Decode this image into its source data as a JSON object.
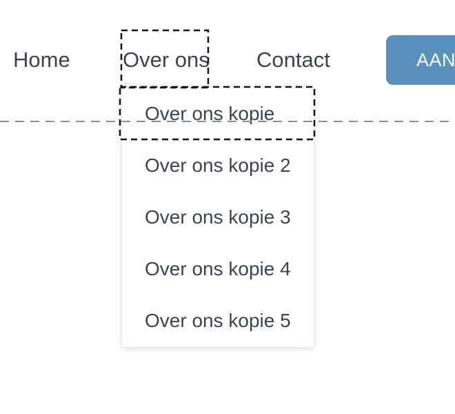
{
  "navbar": {
    "items": [
      {
        "label": "Home"
      },
      {
        "label": "Over ons"
      },
      {
        "label": "Contact"
      }
    ],
    "cta_label": "AAN"
  },
  "dropdown": {
    "items": [
      "Over ons kopie",
      "Over ons kopie 2",
      "Over ons kopie 3",
      "Over ons kopie 4",
      "Over ons kopie 5"
    ]
  },
  "colors": {
    "text": "#3b4550",
    "cta_bg": "#5791bc",
    "cta_text": "#ffffff",
    "drop_indicator": "#8b8b8b",
    "drag_outline": "#141414",
    "panel_bg": "#ffffff",
    "page_bg": "#ffffff"
  }
}
